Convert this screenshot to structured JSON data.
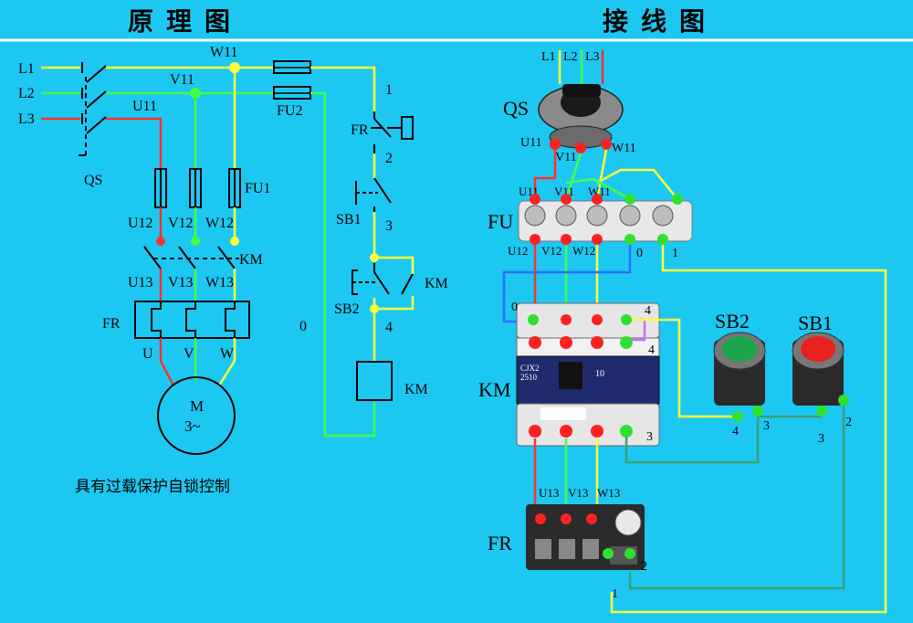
{
  "titles": {
    "left": "原理图",
    "right": "接线图"
  },
  "caption": "具有过载保护自锁控制",
  "schematic": {
    "phases": [
      "L1",
      "L2",
      "L3"
    ],
    "qs": "QS",
    "top_nodes": {
      "w11": "W11",
      "v11": "V11",
      "u11": "U11"
    },
    "fu2": "FU2",
    "fu1": "FU1",
    "lower_nodes": [
      "U12",
      "V12",
      "W12"
    ],
    "km": "KM",
    "contact_nodes": [
      "U13",
      "V13",
      "W13"
    ],
    "fr": "FR",
    "motor_terms": [
      "U",
      "V",
      "W"
    ],
    "motor": {
      "letter": "M",
      "sub": "3~"
    },
    "control_nodes": [
      "1",
      "2",
      "3",
      "4",
      "0"
    ],
    "control_labels": {
      "fr": "FR",
      "sb1": "SB1",
      "sb2": "SB2",
      "km_contact": "KM",
      "km_coil": "KM"
    }
  },
  "wiring": {
    "inputs": [
      "L1",
      "L2",
      "L3"
    ],
    "qs": "QS",
    "qs_out": [
      "U11",
      "V11",
      "W11"
    ],
    "fu": "FU",
    "fu_top": [
      "U11",
      "V11",
      "W11"
    ],
    "fu_bottom": [
      "U12",
      "V12",
      "W12",
      "0",
      "1"
    ],
    "km": "KM",
    "km_side": [
      "0",
      "4",
      "4",
      "3"
    ],
    "km_model": [
      "CJX2",
      "2510"
    ],
    "km_rating": "10",
    "sb2": "SB2",
    "sb1": "SB1",
    "sb2_terms": [
      "4",
      "3"
    ],
    "sb1_terms": [
      "3",
      "2"
    ],
    "fr_top": [
      "U13",
      "V13",
      "W13"
    ],
    "fr": "FR",
    "fr_terms": [
      "2",
      "1"
    ]
  }
}
